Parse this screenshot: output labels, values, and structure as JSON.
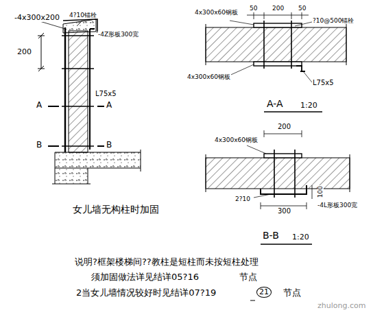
{
  "diagram": {
    "labels": [
      "-4x300x200",
      "4?10锚栓",
      "-4Z形板300宽",
      "200",
      "L75x5",
      "A",
      "A",
      "B",
      "B",
      "女儿墙无构柱时加固",
      "4x300x60钢板",
      "50",
      "200",
      "50",
      "?10@500锚栓",
      "4x300x60钢板",
      "L75x5",
      "A-A",
      "1:20",
      "200",
      "4x300x60钢板",
      "2?10",
      "100",
      "300",
      "-4L形板300宽",
      "B-B",
      "1:20",
      "说明?框架楼梯间??教柱是短柱而未按短柱处理",
      "须加固做法详见结详05?16",
      "节点",
      "2当女儿墙情况较好时见结详07?19",
      "21",
      "节点",
      "zhulong.com"
    ]
  }
}
